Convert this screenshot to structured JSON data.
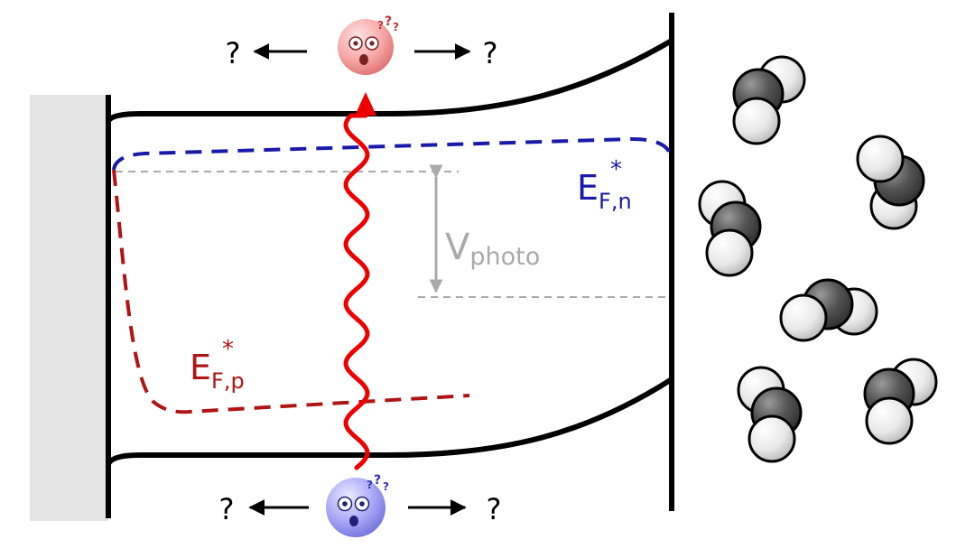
{
  "labels": {
    "qmark": "?",
    "star": "*",
    "electron_quasi_fermi": {
      "main": "E",
      "sub": "F,n"
    },
    "hole_quasi_fermi": {
      "main": "E",
      "sub": "F,p"
    },
    "photovoltage": {
      "main": "V",
      "sub": "photo"
    }
  },
  "colors": {
    "band_edge": "#000000",
    "contact": "#e4e4e4",
    "electron_level": "#1a1aa8",
    "hole_level": "#b01515",
    "photon": "#ee0000",
    "photovoltage": "#aaaaaa",
    "electron_face": "#f29a9a",
    "hole_face": "#9a9af2",
    "molecule_dark": "#4a4a4a",
    "molecule_light": "#e2e2e2"
  },
  "icons": {
    "electron": "confused-face-icon",
    "hole": "confused-face-icon",
    "molecule": "space-filling-molecule-icon"
  }
}
